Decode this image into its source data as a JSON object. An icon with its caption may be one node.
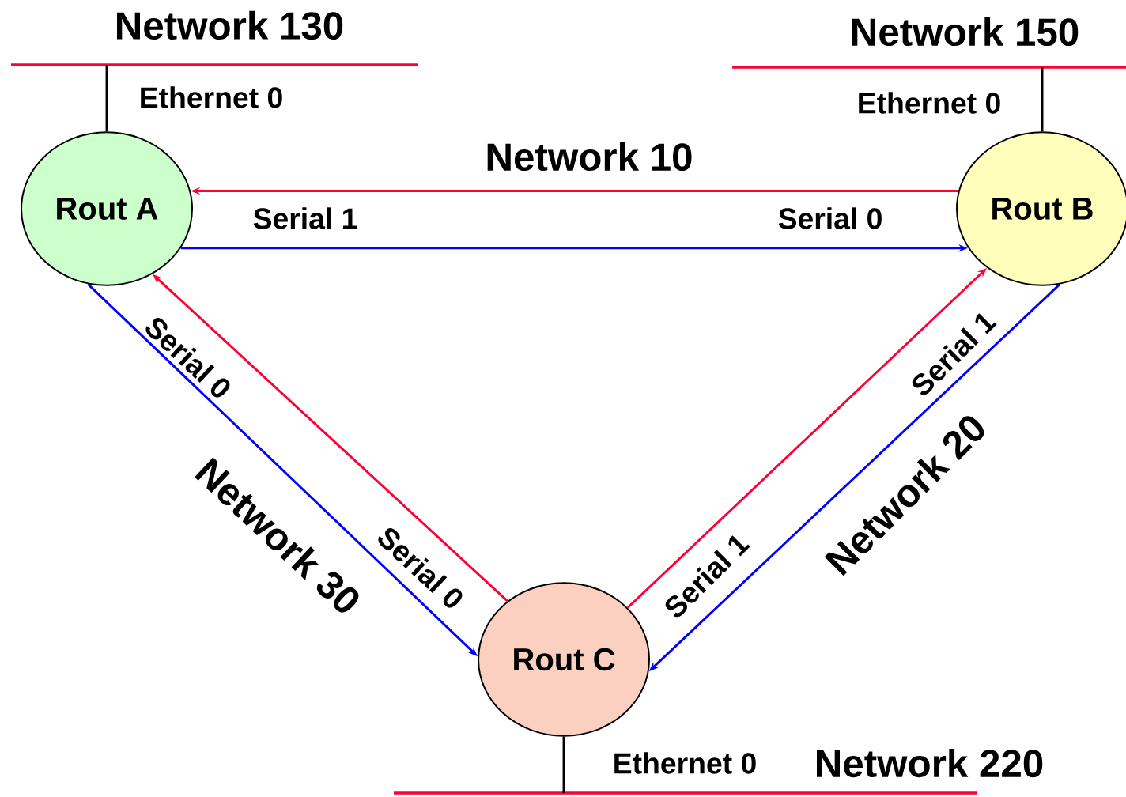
{
  "diagram": {
    "nodes": [
      {
        "text": [
          "Network 130"
        ]
      },
      {
        "text": [
          "Network 150"
        ]
      },
      {
        "text": [
          "Rout A"
        ]
      },
      {
        "text": [
          "Rout B"
        ]
      },
      {
        "text": [
          "Rout C"
        ]
      },
      {
        "text": [
          "Network 220"
        ]
      }
    ],
    "edges": [
      {
        "from": 0,
        "to": 2,
        "arrow": "none",
        "color": "#000000"
      },
      {
        "from": 1,
        "to": 3,
        "arrow": "none",
        "color": "#000000"
      },
      {
        "from": 3,
        "to": 2,
        "arrow": "to",
        "color": "#ff0033"
      },
      {
        "from": 2,
        "to": 3,
        "arrow": "to",
        "color": "#0000ff"
      },
      {
        "from": 4,
        "to": 2,
        "arrow": "to",
        "color": "#ff0033"
      },
      {
        "from": 2,
        "to": 4,
        "arrow": "to",
        "color": "#0000ff"
      },
      {
        "from": 4,
        "to": 3,
        "arrow": "to",
        "color": "#ff0033"
      },
      {
        "from": 3,
        "to": 4,
        "arrow": "to",
        "color": "#0000ff"
      },
      {
        "from": 4,
        "to": 5,
        "arrow": "none",
        "color": "#000000"
      }
    ],
    "labels": [
      "Ethernet 0",
      "Ethernet 0",
      "Network 10",
      "Serial 1",
      "Serial 0",
      "Serial 0",
      "Serial 1",
      "Network 30",
      "Serial 0",
      "Network 20",
      "Serial 1",
      "Ethernet 0"
    ]
  }
}
